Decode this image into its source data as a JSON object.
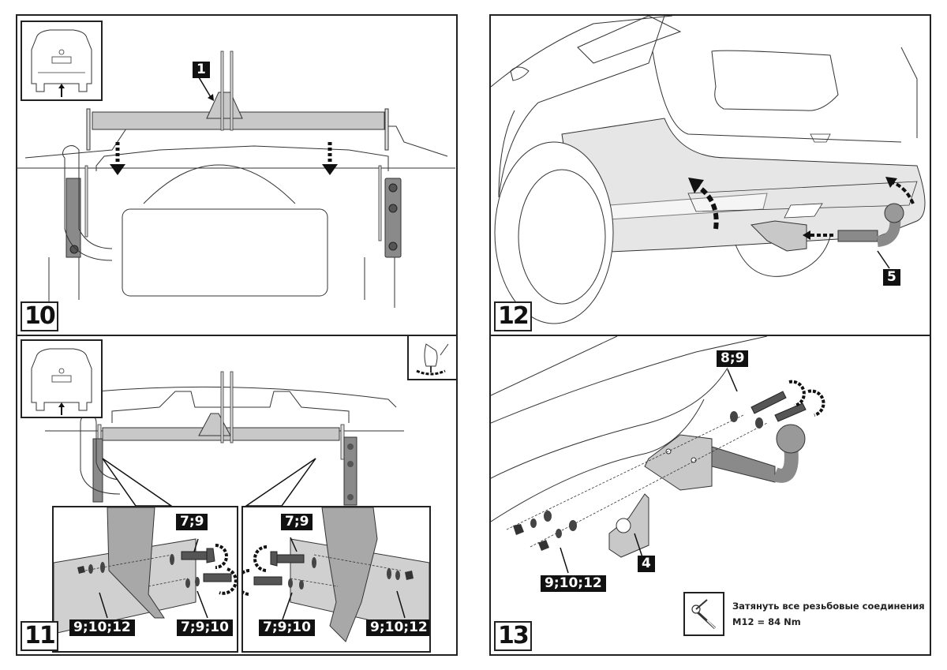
{
  "document": {
    "type": "tow-bar installation instructions",
    "steps": [
      {
        "number": "10",
        "labels": [
          "1"
        ]
      },
      {
        "number": "11",
        "labels_left": [
          "7;9",
          "9;10;12",
          "7;9;10"
        ],
        "labels_right": [
          "7;9",
          "7;9;10",
          "9;10;12"
        ]
      },
      {
        "number": "12",
        "labels": [
          "5"
        ]
      },
      {
        "number": "13",
        "labels": [
          "8;9",
          "4",
          "9;10;12"
        ],
        "torque_note": {
          "line1": "Затянуть все резьбовые соединения",
          "line2": "M12 = 84 Nm"
        }
      }
    ]
  },
  "icons": {
    "car_rear_view": "car-rear-view-icon",
    "hand_tighten": "hand-tighten-icon",
    "torque_wrench": "torque-wrench-icon"
  },
  "colors": {
    "line": "#222222",
    "part_fill": "#c8c8c8",
    "part_dark": "#8a8a8a",
    "tag_bg": "#111111",
    "tag_fg": "#ffffff",
    "body_fill": "#e6e6e6"
  }
}
